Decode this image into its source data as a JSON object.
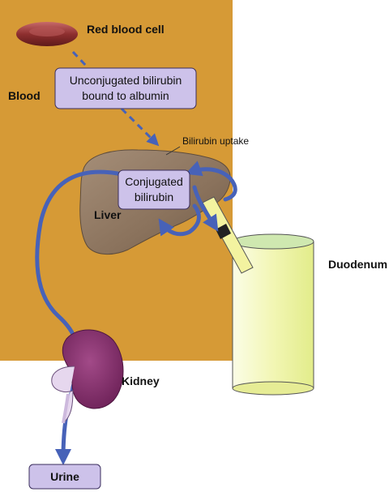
{
  "labels": {
    "red_blood_cell": "Red blood cell",
    "blood": "Blood",
    "unconjugated_line1": "Unconjugated bilirubin",
    "unconjugated_line2": "bound to albumin",
    "bilirubin_uptake": "Bilirubin uptake",
    "conjugated_line1": "Conjugated",
    "conjugated_line2": "bilirubin",
    "liver": "Liver",
    "duodenum": "Duodenum",
    "kidney": "Kidney",
    "urine": "Urine"
  },
  "colors": {
    "blood_region": "#D69A36",
    "box_fill": "#CDC2EA",
    "box_stroke": "#3B2F5E",
    "arrow_blue": "#4762B8",
    "liver": "#8C7560",
    "kidney": "#7E2C66",
    "rbc": "#8E2F2F",
    "duodenum": "#EEF3A8"
  }
}
